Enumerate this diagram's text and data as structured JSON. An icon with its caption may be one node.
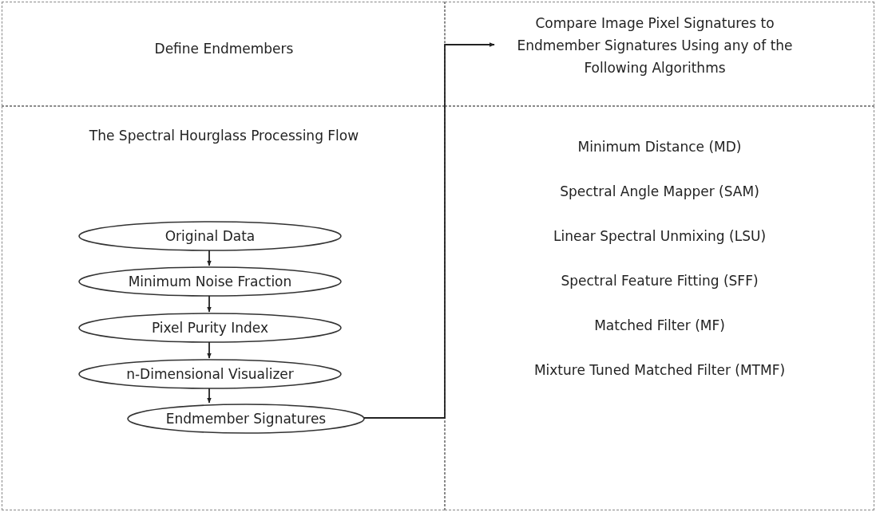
{
  "diagram": {
    "nodes": [
      {
        "text": [
          "Define Endmembers"
        ]
      },
      {
        "text": [
          "Compare Image Pixel Signatures to Endmember Signatures Using any of the Following Algorithms"
        ]
      },
      {
        "text": [
          "The Spectral Hourglass Processing Flow"
        ]
      },
      {
        "text": [
          "Original Data"
        ],
        "in": 2
      },
      {
        "text": [
          "Minimum Noise Fraction"
        ],
        "in": 2
      },
      {
        "text": [
          "Pixel Purity Index"
        ],
        "in": 2
      },
      {
        "text": [
          "n-Dimensional Visualizer"
        ],
        "in": 2
      },
      {
        "text": [
          "Endmember Signatures"
        ],
        "in": 2
      },
      {
        "text": [
          "Minimum Distance (MD)",
          "Spectral Angle Mapper (SAM)",
          "Linear Spectral Unmixing (LSU)",
          "Spectral Feature Fitting (SFF)",
          "Matched Filter (MF)",
          "Mixture Tuned Matched Filter (MTMF)"
        ]
      }
    ],
    "edges": [
      {
        "from": 3,
        "to": 4,
        "arrow": "to"
      },
      {
        "from": 4,
        "to": 5,
        "arrow": "to"
      },
      {
        "from": 5,
        "to": 6,
        "arrow": "to"
      },
      {
        "from": 6,
        "to": 7,
        "arrow": "to"
      },
      {
        "from": 7,
        "to": 1,
        "arrow": "to"
      }
    ]
  }
}
